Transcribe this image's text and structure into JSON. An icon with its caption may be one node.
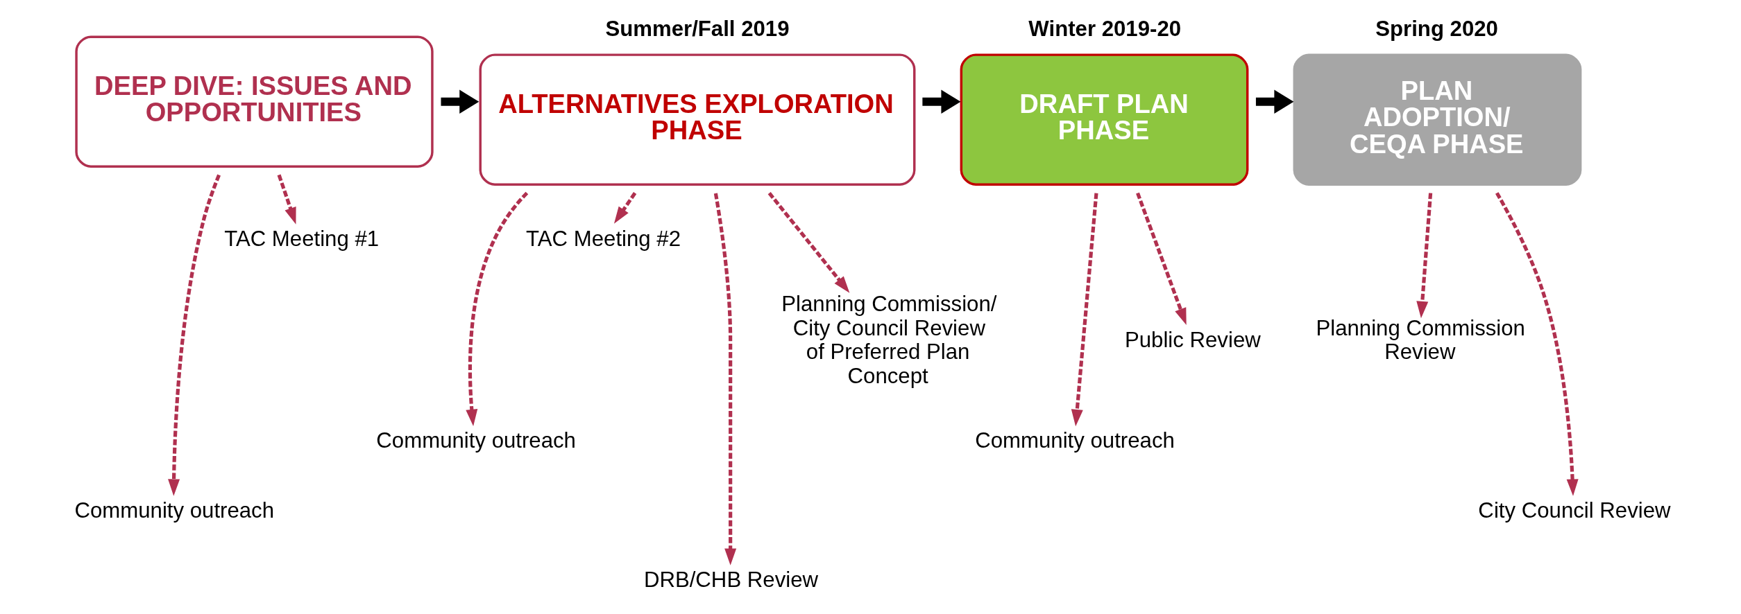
{
  "diagram": {
    "nodes": [
      {
        "text": [
          "DEEP DIVE: ISSUES AND OPPORTUNITIES"
        ]
      },
      {
        "text": [
          "ALTERNATIVES EXPLORATION PHASE"
        ],
        "beside": [
          "Summer/Fall 2019"
        ]
      },
      {
        "text": [
          "DRAFT PLAN PHASE"
        ],
        "beside": [
          "Winter 2019-20"
        ]
      },
      {
        "text": [
          "PLAN ADOPTION/ CEQA PHASE"
        ],
        "beside": [
          "Spring 2020"
        ]
      },
      {
        "text": [
          "Community outreach"
        ]
      },
      {
        "text": [
          "TAC Meeting #1"
        ]
      },
      {
        "text": [
          "Community outreach"
        ]
      },
      {
        "text": [
          "TAC Meeting #2"
        ]
      },
      {
        "text": [
          "DRB/CHB Review"
        ]
      },
      {
        "text": [
          "Planning Commission/ City Council Review of Preferred Plan Concept"
        ]
      },
      {
        "text": [
          "Community outreach"
        ]
      },
      {
        "text": [
          "Public Review"
        ]
      },
      {
        "text": [
          "Planning Commission Review"
        ]
      },
      {
        "text": [
          "City Council Review"
        ]
      }
    ],
    "edges": [
      {
        "from": 0,
        "to": 1,
        "arrow": "to",
        "style": "thick",
        "color": "#000000"
      },
      {
        "from": 1,
        "to": 2,
        "arrow": "to",
        "style": "thick",
        "color": "#000000"
      },
      {
        "from": 2,
        "to": 3,
        "arrow": "to",
        "style": "thick",
        "color": "#000000"
      },
      {
        "from": 0,
        "to": 4,
        "arrow": "to",
        "style": "dashed"
      },
      {
        "from": 0,
        "to": 5,
        "arrow": "to",
        "style": "dashed"
      },
      {
        "from": 1,
        "to": 6,
        "arrow": "to",
        "style": "dashed"
      },
      {
        "from": 1,
        "to": 7,
        "arrow": "to",
        "style": "dashed"
      },
      {
        "from": 1,
        "to": 8,
        "arrow": "to",
        "style": "dashed"
      },
      {
        "from": 1,
        "to": 9,
        "arrow": "to",
        "style": "dashed"
      },
      {
        "from": 2,
        "to": 10,
        "arrow": "to",
        "style": "dashed"
      },
      {
        "from": 2,
        "to": 11,
        "arrow": "to",
        "style": "dashed"
      },
      {
        "from": 3,
        "to": 12,
        "arrow": "to",
        "style": "dashed"
      },
      {
        "from": 3,
        "to": 13,
        "arrow": "to",
        "style": "dashed"
      }
    ]
  }
}
